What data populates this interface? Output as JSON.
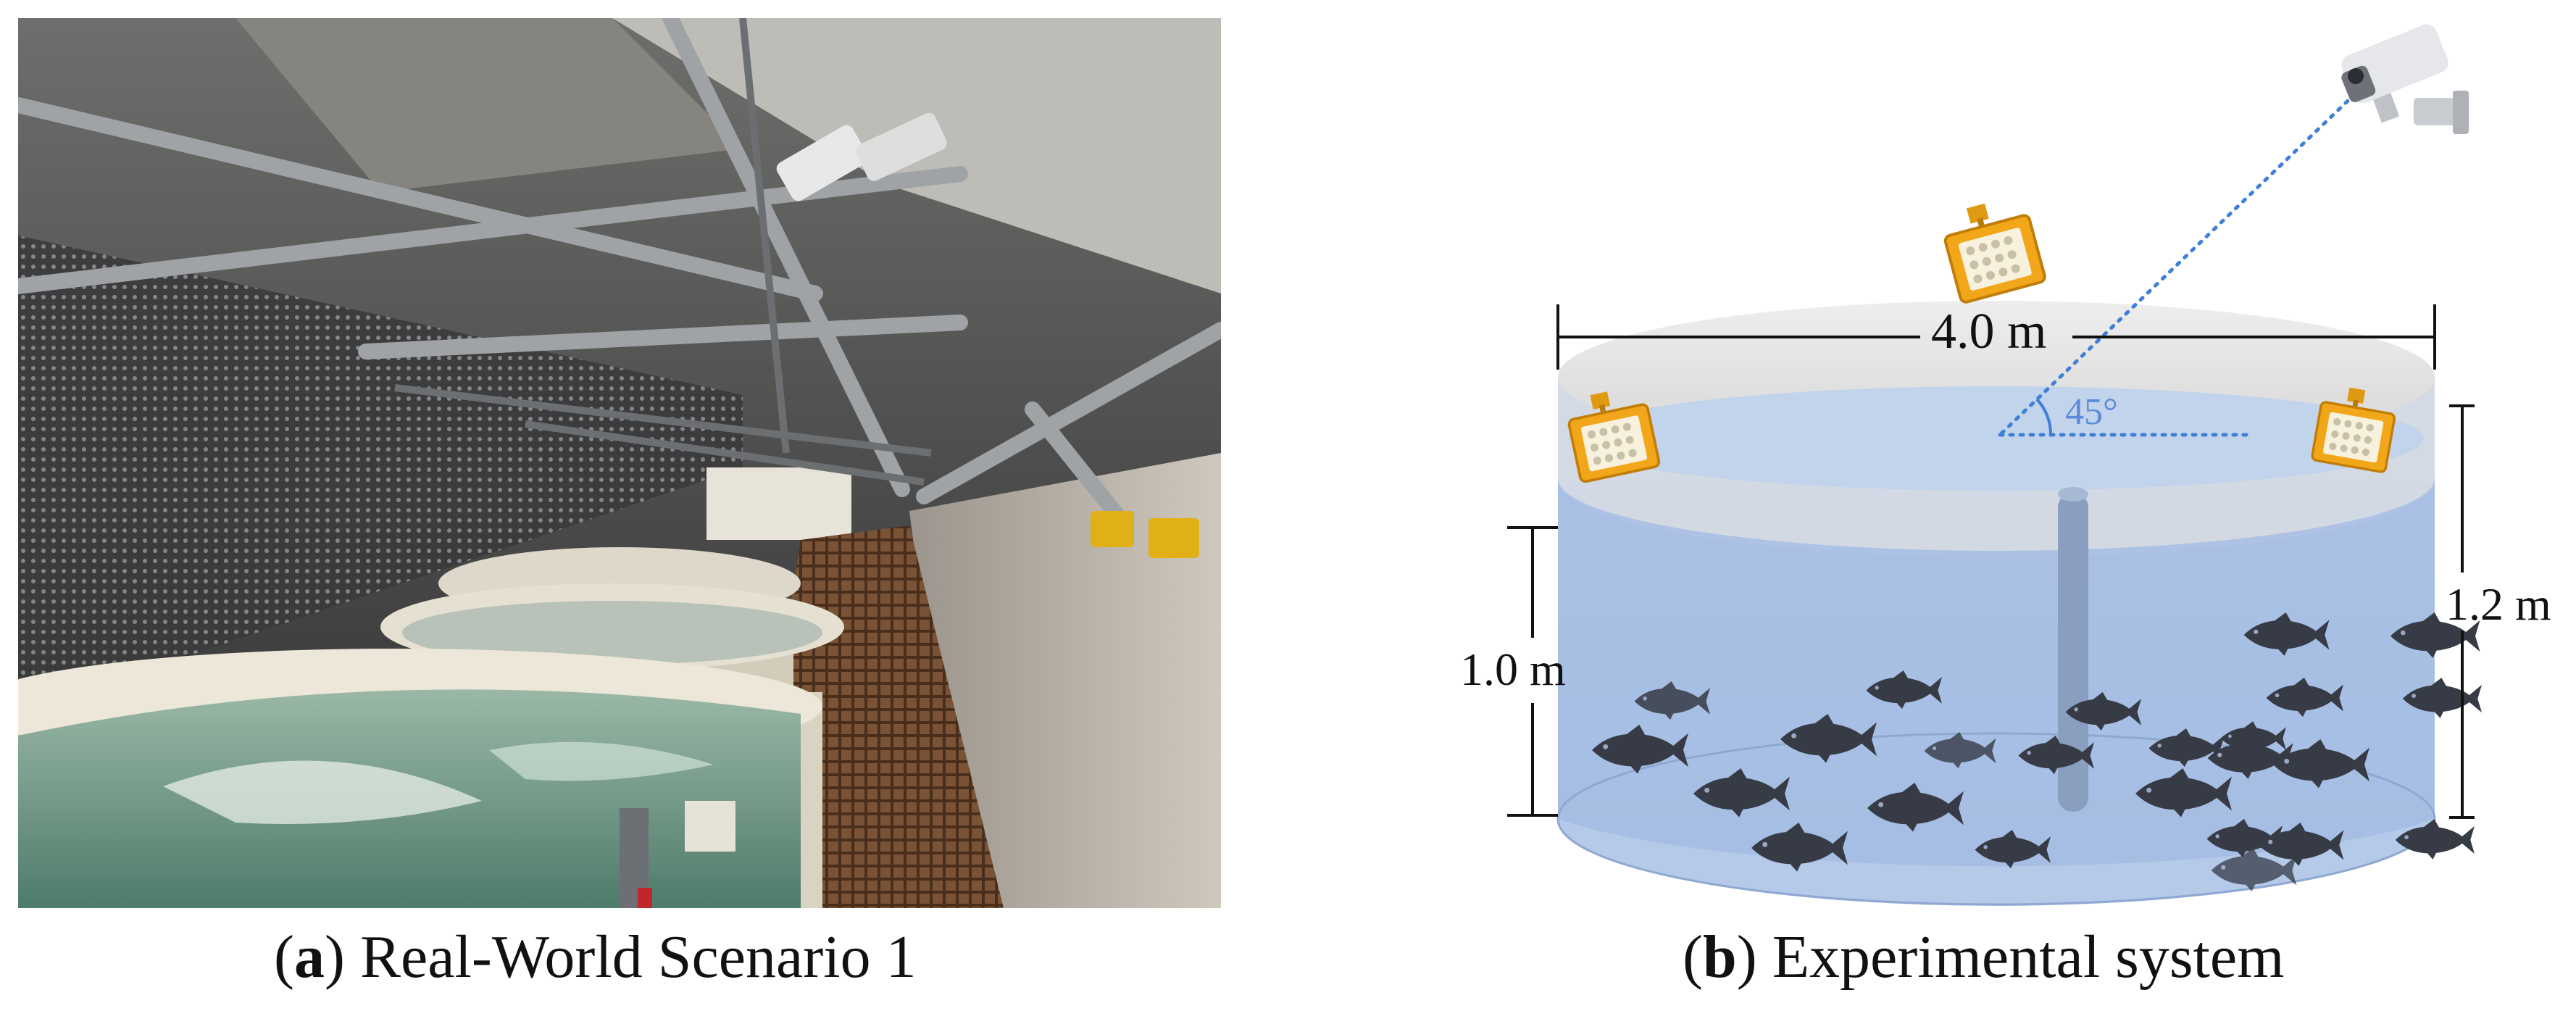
{
  "panel_a": {
    "caption_letter": "a",
    "caption_text": "Real-World Scenario 1"
  },
  "panel_b": {
    "caption_letter": "b",
    "caption_text": "Experimental system",
    "diameter_label": "4.0 m",
    "water_depth_label": "1.0 m",
    "tank_height_label": "1.2 m",
    "camera_angle_label": "45°",
    "icons": [
      "camera-icon",
      "flood-light-icon",
      "fish-icon"
    ]
  },
  "colors": {
    "tank_rim": "#e3e3e3",
    "water": "#a9c1e4",
    "water_top": "#c6d6ee",
    "fish": "#3a3f4a",
    "light_housing": "#f2a71b",
    "dotted_line": "#3f7fd8",
    "angle_text": "#5b8bd8"
  }
}
